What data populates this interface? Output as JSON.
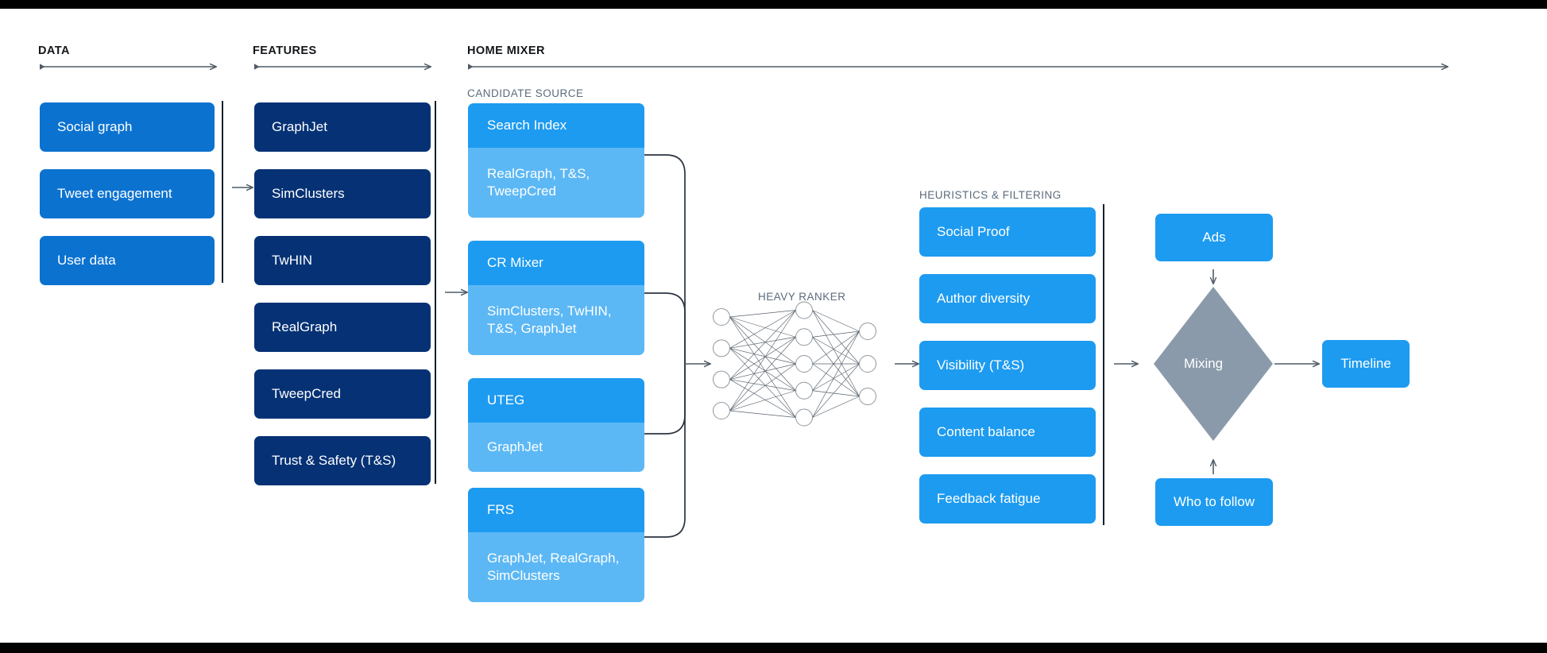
{
  "sections": {
    "data": {
      "label": "DATA"
    },
    "features": {
      "label": "FEATURES"
    },
    "home_mixer": {
      "label": "HOME MIXER"
    },
    "candidate_source": {
      "label": "CANDIDATE SOURCE"
    },
    "heavy_ranker": {
      "label": "HEAVY RANKER"
    },
    "heuristics": {
      "label": "HEURISTICS & FILTERING"
    }
  },
  "data_boxes": [
    {
      "label": "Social graph"
    },
    {
      "label": "Tweet engagement"
    },
    {
      "label": "User data"
    }
  ],
  "feature_boxes": [
    {
      "label": "GraphJet"
    },
    {
      "label": "SimClusters"
    },
    {
      "label": "TwHIN"
    },
    {
      "label": "RealGraph"
    },
    {
      "label": "TweepCred"
    },
    {
      "label": "Trust & Safety (T&S)"
    }
  ],
  "candidate_sources": [
    {
      "title": "Search Index",
      "features": "RealGraph, T&S,\nTweepCred"
    },
    {
      "title": "CR Mixer",
      "features": "SimClusters, TwHIN,\nT&S, GraphJet"
    },
    {
      "title": "UTEG",
      "features": "GraphJet"
    },
    {
      "title": "FRS",
      "features": "GraphJet, RealGraph,\nSimClusters"
    }
  ],
  "heuristic_boxes": [
    {
      "label": "Social Proof"
    },
    {
      "label": "Author diversity"
    },
    {
      "label": "Visibility (T&S)"
    },
    {
      "label": "Content balance"
    },
    {
      "label": "Feedback fatigue"
    }
  ],
  "mixing": {
    "label": "Mixing",
    "ads_label": "Ads",
    "who_to_follow_label": "Who to follow",
    "timeline_label": "Timeline"
  },
  "neural_net": {
    "input_nodes": 4,
    "hidden_nodes": 5,
    "output_nodes": 3
  },
  "colors": {
    "data_blue": "#0b72d0",
    "feature_navy": "#063275",
    "candidate_head": "#1d9bf0",
    "candidate_body": "#5cb8f5",
    "heuristic_blue": "#1d9bf0",
    "mixing_gray": "#8a9aab",
    "rule_dark": "#15202b",
    "arrow_gray": "#4f5b66",
    "letterbox": "#000000"
  }
}
